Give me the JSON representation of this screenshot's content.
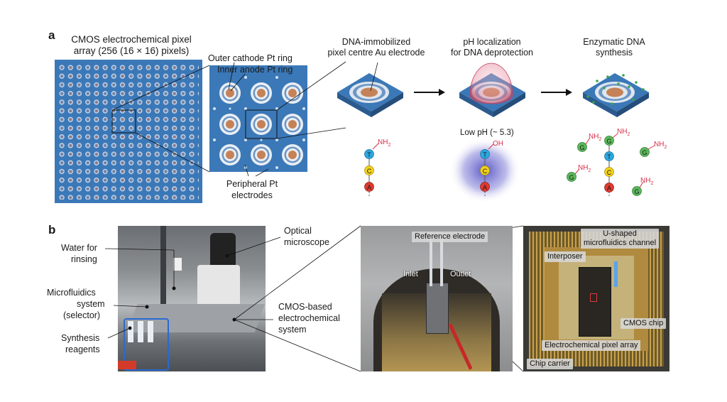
{
  "panel_a": {
    "letter": "a",
    "array_title_1": "CMOS electrochemical pixel",
    "array_title_2": "array (256 (16 × 16) pixels)",
    "outer_ring": "Outer cathode Pt ring",
    "inner_ring": "Inner anode Pt ring",
    "peripheral_1": "Peripheral Pt",
    "peripheral_2": "electrodes",
    "step1_1": "DNA-immobilized",
    "step1_2": "pixel centre Au electrode",
    "step2_1": "pH localization",
    "step2_2": "for DNA deprotection",
    "step3_1": "Enzymatic DNA",
    "step3_2": "synthesis",
    "low_ph": "Low pH (~ 5.3)",
    "nh2": "NH",
    "sub2": "2",
    "oh": "OH",
    "bases": {
      "T": "T",
      "C": "C",
      "A": "A",
      "G": "G"
    },
    "colors": {
      "array_blue": "#3b78b8",
      "T": "#2aa8e0",
      "C": "#f2d21b",
      "A": "#e0392f",
      "G": "#5cb85c",
      "acid": "#d6304a"
    }
  },
  "panel_b": {
    "letter": "b",
    "water_1": "Water for",
    "water_2": "rinsing",
    "microfluidics_1": "Microfluidics",
    "microfluidics_2": "system",
    "microfluidics_3": "(selector)",
    "reagents_1": "Synthesis",
    "reagents_2": "reagents",
    "optical_1": "Optical",
    "optical_2": "microscope",
    "cmos_sys_1": "CMOS-based",
    "cmos_sys_2": "electrochemical",
    "cmos_sys_3": "system",
    "reference": "Reference electrode",
    "inlet": "Inlet",
    "outlet": "Outlet",
    "ushaped_1": "U-shaped",
    "ushaped_2": "microfluidics channel",
    "interposer": "Interposer",
    "cmos_chip": "CMOS chip",
    "pixel_array": "Electrochemical pixel array",
    "chip_carrier": "Chip carrier"
  }
}
